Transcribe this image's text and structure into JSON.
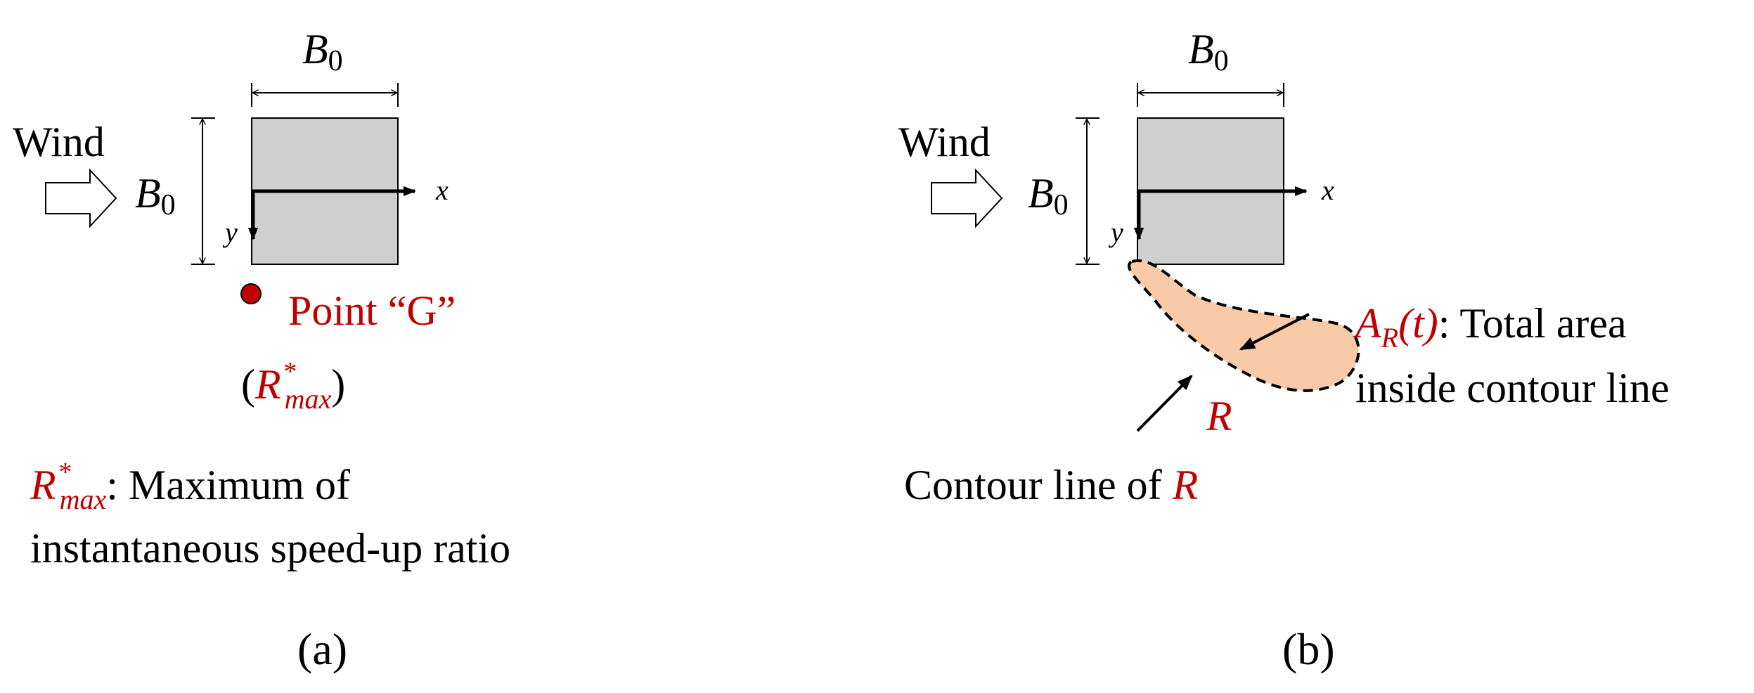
{
  "panel_a": {
    "width_label": "B",
    "width_sub": "0",
    "height_label": "B",
    "height_sub": "0",
    "wind_label": "Wind",
    "x_axis": "x",
    "y_axis": "y",
    "point_label": "Point “G”",
    "point_sym_open": "(",
    "point_sym_R": "R",
    "point_sym_sup": "*",
    "point_sym_sub": "max",
    "point_sym_close": ")",
    "def_R": "R",
    "def_sup": "*",
    "def_sub": "max",
    "def_line1": ": Maximum  of",
    "def_line2": "instantaneous  speed-up ratio",
    "caption": "(a)"
  },
  "panel_b": {
    "width_label": "B",
    "width_sub": "0",
    "height_label": "B",
    "height_sub": "0",
    "wind_label": "Wind",
    "x_axis": "x",
    "y_axis": "y",
    "area_A": "A",
    "area_sub": "R",
    "area_t": "(t)",
    "area_line1": ": Total area",
    "area_line2": "inside contour line",
    "region_label": "R",
    "contour_text": "Contour  line of ",
    "contour_R": "R",
    "caption": "(b)"
  },
  "colors": {
    "square_fill": "#d0cfd0",
    "region_fill": "#f8caa8",
    "accent_red": "#c00000",
    "point_fill": "#c00000"
  }
}
